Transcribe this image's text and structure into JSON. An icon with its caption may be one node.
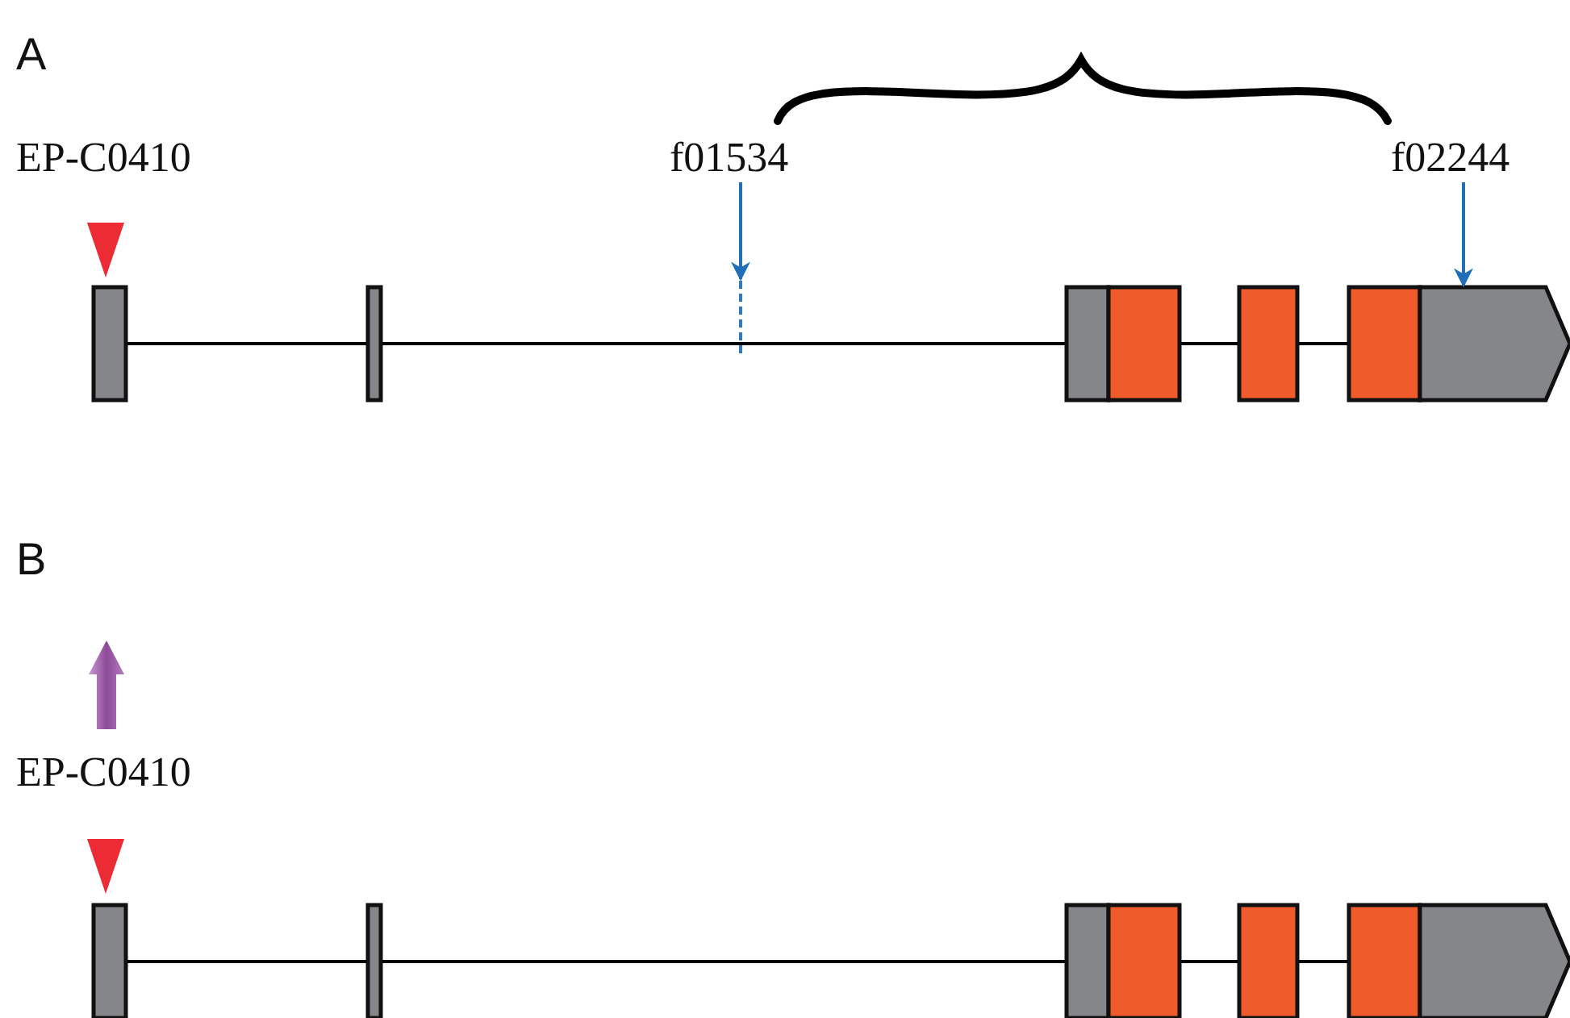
{
  "diagram": {
    "nodes": [
      {
        "text": [
          "f01534"
        ]
      },
      {
        "text": [
          "f02244"
        ]
      },
      {
        "text": [],
        "shape": "bar"
      },
      {
        "text": [],
        "shape": "box"
      }
    ],
    "edges": [
      {
        "from": 0,
        "to": 2,
        "arrow": "to"
      },
      {
        "from": 1,
        "to": 3,
        "arrow": "to"
      }
    ],
    "labels": [
      "A",
      "EP-C0410",
      "B",
      "EP-C0410"
    ]
  }
}
